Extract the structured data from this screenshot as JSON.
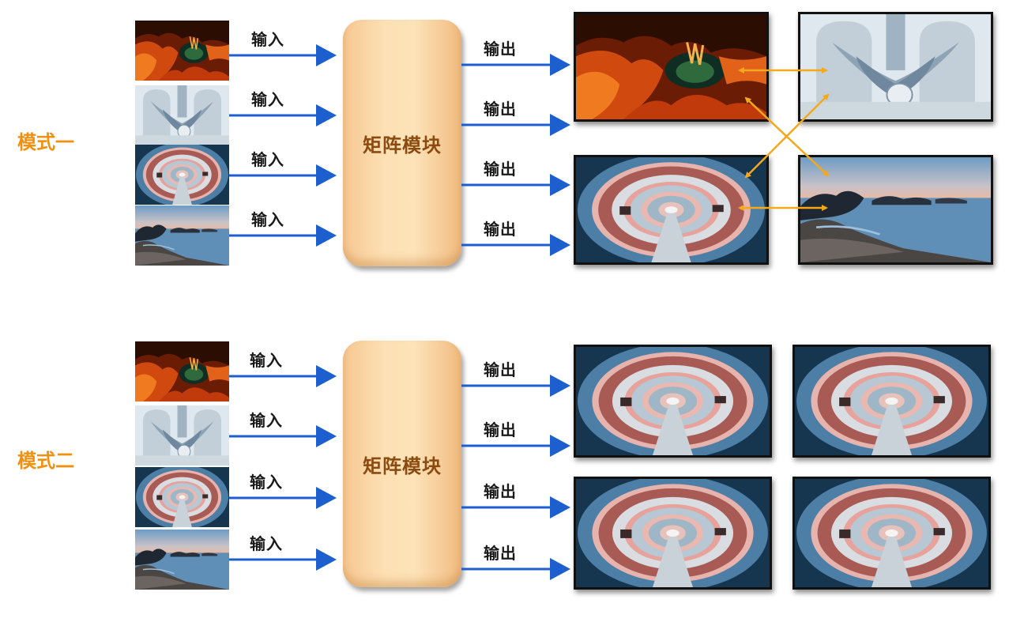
{
  "modes": [
    {
      "label": "模式一",
      "module_label": "矩阵模块",
      "input_labels": [
        "输入",
        "输入",
        "输入",
        "输入"
      ],
      "output_labels": [
        "输出",
        "输出",
        "输出",
        "输出"
      ],
      "inputs": [
        "cave",
        "sculpture",
        "tunnel",
        "coast"
      ],
      "screens": [
        "cave",
        "sculpture",
        "tunnel",
        "coast"
      ]
    },
    {
      "label": "模式二",
      "module_label": "矩阵模块",
      "input_labels": [
        "输入",
        "输入",
        "输入",
        "输入"
      ],
      "output_labels": [
        "输出",
        "输出",
        "输出",
        "输出"
      ],
      "inputs": [
        "cave",
        "sculpture",
        "tunnel",
        "coast"
      ],
      "screens": [
        "tunnel",
        "tunnel",
        "tunnel",
        "tunnel"
      ]
    }
  ],
  "colors": {
    "mode_label": "#f0900f",
    "module_text": "#8a4a10",
    "arrow_blue": "#1e5fcf",
    "swap_arrow": "#f4a81c"
  }
}
